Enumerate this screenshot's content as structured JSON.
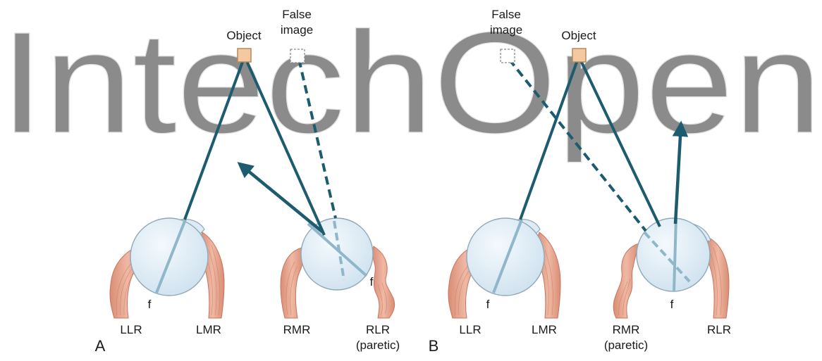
{
  "watermark": {
    "text": "IntechOpen"
  },
  "panel_a": {
    "letter": "A",
    "object_label": "Object",
    "false_image_label": [
      "False",
      "image"
    ],
    "fovea_left": "f",
    "fovea_right": "f",
    "muscles": {
      "llr": "LLR",
      "lmr": "LMR",
      "rmr": "RMR",
      "rlr": "RLR",
      "rlr_note": "(paretic)"
    }
  },
  "panel_b": {
    "letter": "B",
    "object_label": "Object",
    "false_image_label": [
      "False",
      "image"
    ],
    "fovea_left": "f",
    "fovea_right": "f",
    "muscles": {
      "llr": "LLR",
      "lmr": "LMR",
      "rmr": "RMR",
      "rmr_note": "(paretic)",
      "rlr": "RLR"
    }
  },
  "colors": {
    "ray": "#1d5c6e",
    "axis": "#8fb7c9",
    "eye_fill": "#dcebf5",
    "eye_stroke": "#8fa8b8",
    "muscle": "#e6a690",
    "muscle_line": "#c9745c",
    "object_fill": "#f2c9a0",
    "object_stroke": "#b7895a"
  }
}
